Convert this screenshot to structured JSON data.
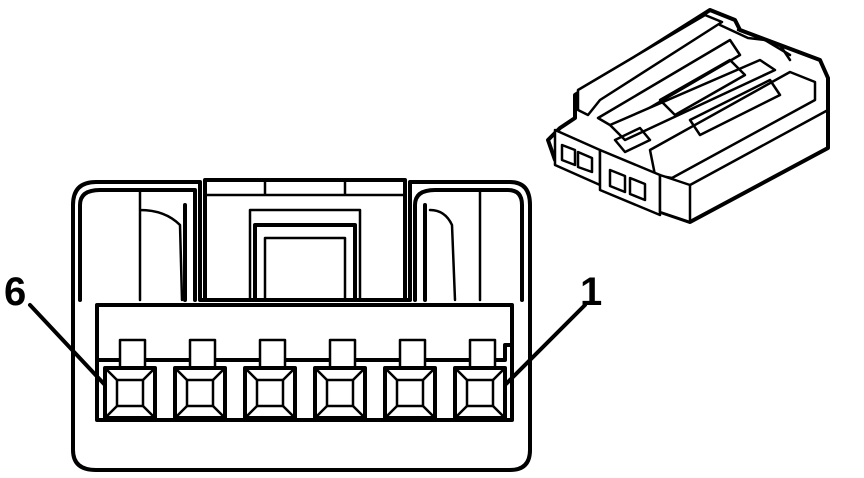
{
  "diagram": {
    "pin_labels": {
      "left": "6",
      "right": "1"
    },
    "pin_count": 6,
    "colors": {
      "line": "#000000",
      "background": "#ffffff"
    }
  }
}
